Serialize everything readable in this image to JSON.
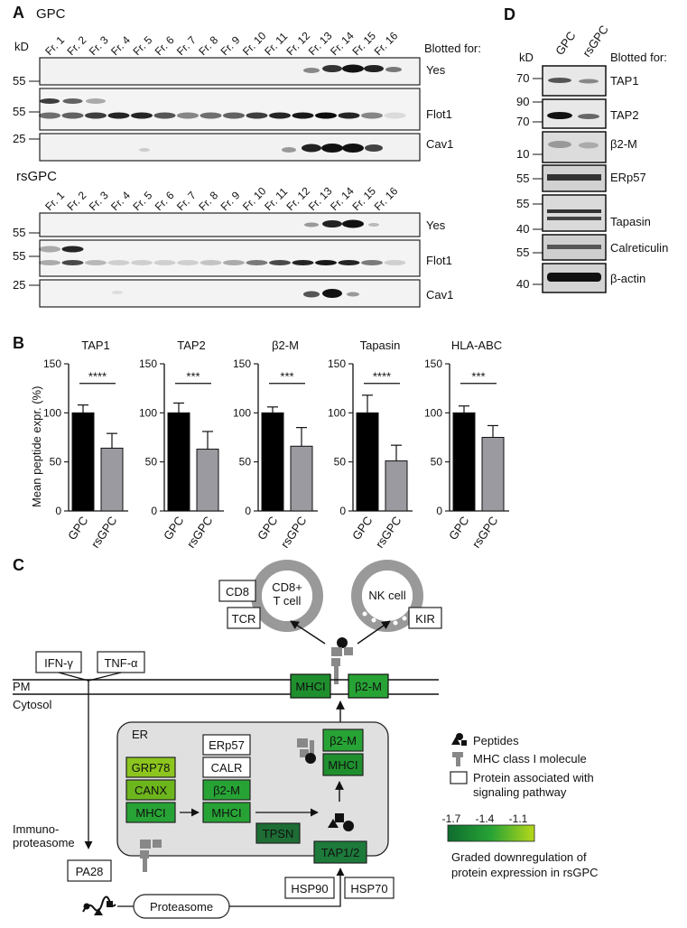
{
  "panelA": {
    "letter": "A",
    "kd": "kD",
    "blotted": "Blotted for:",
    "fractions": [
      "Fr. 1",
      "Fr. 2",
      "Fr. 3",
      "Fr. 4",
      "Fr. 5",
      "Fr. 6",
      "Fr. 7",
      "Fr. 8",
      "Fr. 9",
      "Fr. 10",
      "Fr. 11",
      "Fr. 12",
      "Fr. 13",
      "Fr. 14",
      "Fr. 15",
      "Fr. 16"
    ],
    "gpc": {
      "title": "GPC",
      "blots": [
        {
          "marker": "55",
          "label": "Yes"
        },
        {
          "marker": "55",
          "label": "Flot1"
        },
        {
          "marker": "25",
          "label": "Cav1"
        }
      ]
    },
    "rsgpc": {
      "title": "rsGPC",
      "blots": [
        {
          "marker": "55",
          "label": "Yes"
        },
        {
          "marker": "55",
          "label": "Flot1"
        },
        {
          "marker": "25",
          "label": "Cav1"
        }
      ]
    }
  },
  "panelD": {
    "letter": "D",
    "kd": "kD",
    "lanes": [
      "GPC",
      "rsGPC"
    ],
    "blotted": "Blotted for:",
    "markers": [
      "70",
      "90",
      "70",
      "10",
      "55",
      "55",
      "40",
      "55",
      "40"
    ],
    "blots": [
      "TAP1",
      "TAP2",
      "β2-M",
      "ERp57",
      "Tapasin",
      "Calreticulin",
      "β-actin"
    ]
  },
  "panelB": {
    "letter": "B",
    "ylabel": "Mean peptide expr. (%)"
  },
  "chart_data": [
    {
      "type": "bar",
      "title": "TAP1",
      "categories": [
        "GPC",
        "rsGPC"
      ],
      "values": [
        100,
        64
      ],
      "errors": [
        8,
        15
      ],
      "ylim": [
        0,
        150
      ],
      "yticks": [
        0,
        50,
        100,
        150
      ],
      "significance": "****",
      "colors": [
        "#000000",
        "#9a9aa0"
      ]
    },
    {
      "type": "bar",
      "title": "TAP2",
      "categories": [
        "GPC",
        "rsGPC"
      ],
      "values": [
        100,
        63
      ],
      "errors": [
        10,
        18
      ],
      "ylim": [
        0,
        150
      ],
      "yticks": [
        0,
        50,
        100,
        150
      ],
      "significance": "***",
      "colors": [
        "#000000",
        "#9a9aa0"
      ]
    },
    {
      "type": "bar",
      "title": "β2-M",
      "categories": [
        "GPC",
        "rsGPC"
      ],
      "values": [
        100,
        66
      ],
      "errors": [
        6,
        19
      ],
      "ylim": [
        0,
        150
      ],
      "yticks": [
        0,
        50,
        100,
        150
      ],
      "significance": "***",
      "colors": [
        "#000000",
        "#9a9aa0"
      ]
    },
    {
      "type": "bar",
      "title": "Tapasin",
      "categories": [
        "GPC",
        "rsGPC"
      ],
      "values": [
        100,
        51
      ],
      "errors": [
        18,
        16
      ],
      "ylim": [
        0,
        150
      ],
      "yticks": [
        0,
        50,
        100,
        150
      ],
      "significance": "****",
      "colors": [
        "#000000",
        "#9a9aa0"
      ]
    },
    {
      "type": "bar",
      "title": "HLA-ABC",
      "categories": [
        "GPC",
        "rsGPC"
      ],
      "values": [
        100,
        75
      ],
      "errors": [
        7,
        12
      ],
      "ylim": [
        0,
        150
      ],
      "yticks": [
        0,
        50,
        100,
        150
      ],
      "significance": "***",
      "colors": [
        "#000000",
        "#9a9aa0"
      ]
    }
  ],
  "panelC": {
    "letter": "C",
    "cd8": "CD8",
    "tcr": "TCR",
    "tcell_line1": "CD8+",
    "tcell_line2": "T cell",
    "nk": "NK cell",
    "kir": "KIR",
    "ifn": "IFN-γ",
    "tnf": "TNF-α",
    "pm": "PM",
    "cytosol": "Cytosol",
    "mhci": "MHCI",
    "b2m": "β2-M",
    "er": "ER",
    "erp57": "ERp57",
    "calr": "CALR",
    "grp78": "GRP78",
    "canx": "CANX",
    "tpsn": "TPSN",
    "tap12": "TAP1/2",
    "immuno_line1": "Immuno-",
    "immuno_line2": "proteasome",
    "pa28": "PA28",
    "proteasome": "Proteasome",
    "hsp90": "HSP90",
    "hsp70": "HSP70",
    "colors": {
      "dark": "#1d7a3a",
      "mid": "#27a335",
      "light": "#4caf1c",
      "lime": "#8cc51e"
    }
  },
  "legend": {
    "peptides": "Peptides",
    "mhc": "MHC class I molecule",
    "protein_line1": "Protein associated with",
    "protein_line2": "signaling pathway",
    "scale": [
      "-1.7",
      "-1.4",
      "-1.1"
    ],
    "grad_line1": "Graded downregulation of",
    "grad_line2": "protein expression in rsGPC"
  }
}
